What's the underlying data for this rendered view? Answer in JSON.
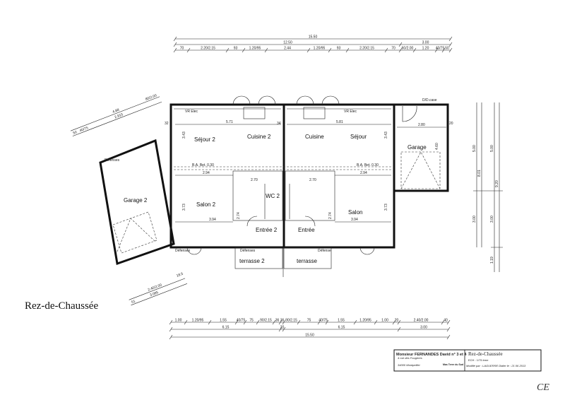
{
  "plan": {
    "title": "Rez-de-Chaussée",
    "top_dims": {
      "total": "15.50",
      "row2": [
        "12.50",
        "3.00"
      ],
      "segments": [
        "70",
        "2.20/2.15",
        "93",
        "1.20/95",
        "2.44",
        "1.20/95",
        "93",
        "2.20/2.15",
        "70",
        "60/2.00",
        "1.20",
        "40/75",
        "50"
      ]
    },
    "bottom_dims": {
      "segments": [
        "1.00",
        "1.20/95",
        "1.55",
        "40/75",
        "75",
        "90/2.15",
        "36",
        "36",
        "90/2.15",
        "75",
        "40/75",
        "1.55",
        "1.20/95",
        "1.00",
        "20",
        "2.40/2.00",
        "40"
      ],
      "row2": [
        "6.15",
        "20",
        "6.15",
        "3.00"
      ],
      "total": "15.50"
    },
    "right_dims": {
      "col1": [
        "5.00",
        "3.00",
        "8.01"
      ],
      "col2": [
        "5.00",
        "3.00",
        "1.19",
        "9.20"
      ]
    },
    "garage2_dims": {
      "top": [
        "4.88",
        "2.915",
        "50",
        "40/75",
        "80/2.00"
      ],
      "bottom": [
        "51",
        "2.40/2.00",
        "3.085",
        "18.5"
      ]
    },
    "rooms": {
      "sejour2": "Séjour 2",
      "cuisine2": "Cuisine 2",
      "cuisine": "Cuisine",
      "sejour": "Séjour",
      "garage": "Garage",
      "garage2": "Garage 2",
      "salon2": "Salon 2",
      "salon": "Salon",
      "wc2": "WC 2",
      "entree2": "Entrée 2",
      "entree": "Entrée",
      "terrasse2": "terrasse 2",
      "terrasse": "terrasse"
    },
    "labels": {
      "vr_elec": "VR Elec",
      "ba_bet": "B.A. Bet. 0.30",
      "w571": "5.71",
      "w581": "5.81",
      "w294": "2.94",
      "w394": "3.94",
      "h343": "3.43",
      "h373": "3.73",
      "w270": "2.70",
      "h274": "2.74",
      "w280": "2.80",
      "h460": "4.60",
      "defenses": "Défenses",
      "defense": "Défense",
      "dcase": "D/D.case",
      "n32": "32",
      "n34": "34",
      "n20": "20"
    },
    "title_block": {
      "client": "Monsieur FERNANDES David n° 3 et 4",
      "address": "4 rue des Fougeres",
      "city": "34000 Montpellier",
      "company": "Mas Terre du Sud",
      "sheet": "Rez-de-Chaussée",
      "scale": "ECH : 1/75 ème",
      "modified": "Modifié par : LAGUERRE Didier le : 21 06 2013"
    },
    "initials": "CE"
  }
}
